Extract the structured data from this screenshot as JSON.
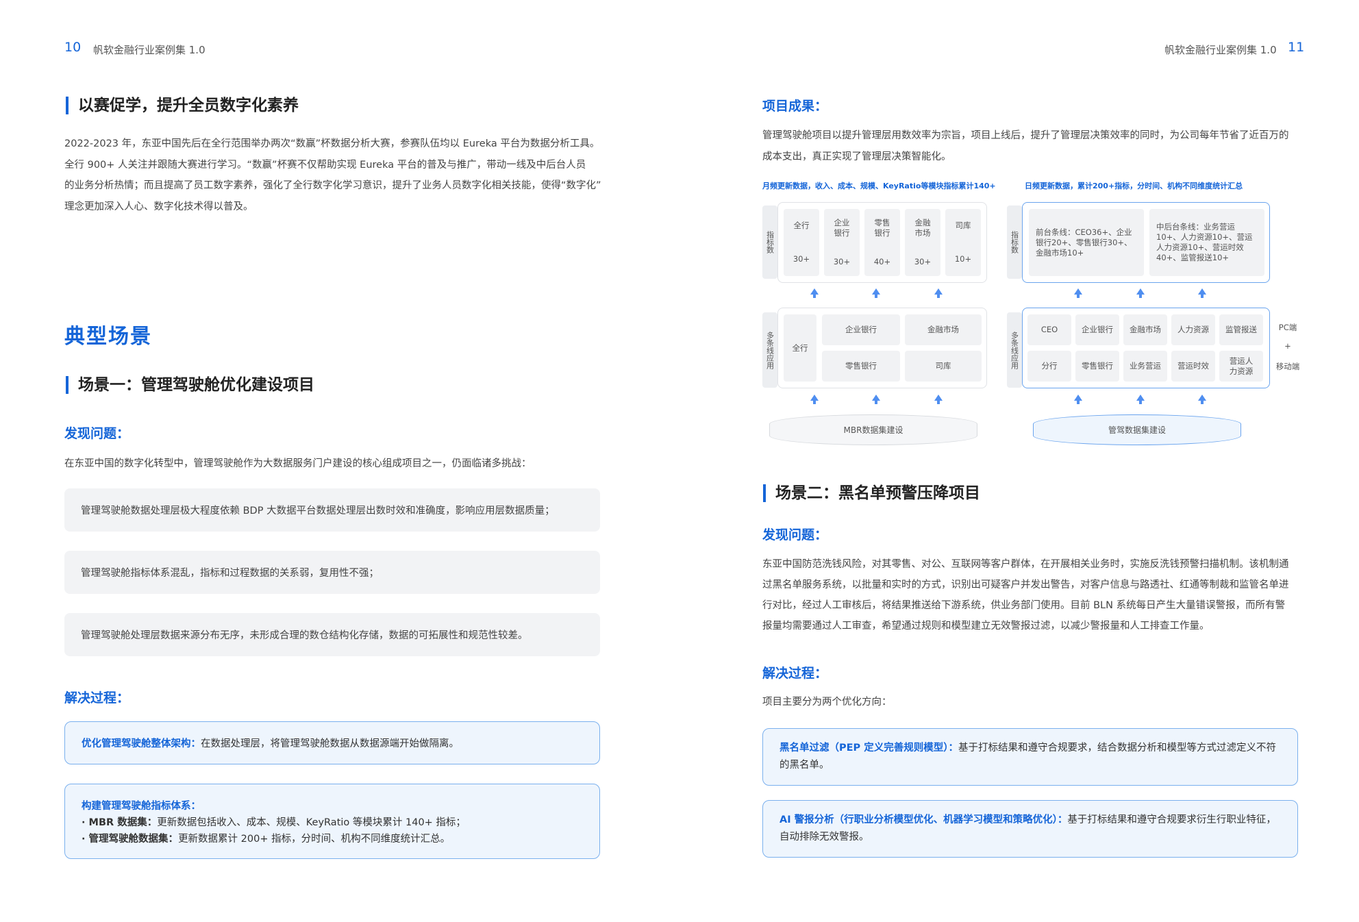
{
  "header": {
    "left_page": "10",
    "left_title": "帆软金融行业案例集 1.0",
    "right_title": "帆软金融行业案例集 1.0",
    "right_page": "11"
  },
  "left": {
    "sec1_title": "以赛促学，提升全员数字化素养",
    "sec1_lines": [
      "2022-2023 年，东亚中国先后在全行范围举办两次“数赢”杯数据分析大赛，参赛队伍均以 Eureka 平台为数据分析工具。",
      "全行 900+ 人关注并跟随大赛进行学习。“数赢”杯赛不仅帮助实现 Eureka 平台的普及与推广，带动一线及中后台人员",
      "的业务分析热情；而且提高了员工数字素养，强化了全行数字化学习意识，提升了业务人员数字化相关技能，使得“数字化”",
      "理念更加深入人心、数字化技术得以普及。"
    ],
    "typical_title": "典型场景",
    "scene1_title": "场景一：管理驾驶舱优化建设项目",
    "problem_title": "发现问题：",
    "problem_intro": "在东亚中国的数字化转型中，管理驾驶舱作为大数据服务门户建设的核心组成项目之一，仍面临诸多挑战：",
    "problems": [
      "管理驾驶舱数据处理层极大程度依赖 BDP 大数据平台数据处理层出数时效和准确度，影响应用层数据质量；",
      "管理驾驶舱指标体系混乱，指标和过程数据的关系弱，复用性不强；",
      "管理驾驶舱处理层数据来源分布无序，未形成合理的数仓结构化存储，数据的可拓展性和规范性较差。"
    ],
    "solution_title": "解决过程：",
    "sol1_bold": "优化管理驾驶舱整体架构：",
    "sol1_text": "在数据处理层，将管理驾驶舱数据从数据源端开始做隔离。",
    "sol2_title": "构建管理驾驶舱指标体系：",
    "sol2_item1_bold": "· MBR 数据集：",
    "sol2_item1_text": "更新数据包括收入、成本、规模、KeyRatio 等模块累计 140+ 指标；",
    "sol2_item2_bold": "· 管理驾驶舱数据集：",
    "sol2_item2_text": "更新数据累计 200+ 指标，分时间、机构不同维度统计汇总。"
  },
  "right": {
    "result_title": "项目成果：",
    "result_lines": [
      "管理驾驶舱项目以提升管理层用数效率为宗旨，项目上线后，提升了管理层决策效率的同时，为公司每年节省了近百万的",
      "成本支出，真正实现了管理层决策智能化。"
    ],
    "diagram_left": {
      "caption": "月频更新数据，收入、成本、规模、KeyRatio等模块指标累计140+",
      "label_top": "指标数",
      "top_cells": [
        {
          "name": "全行",
          "value": "30+"
        },
        {
          "name": "企业银行",
          "value": "30+"
        },
        {
          "name": "零售银行",
          "value": "40+"
        },
        {
          "name": "金融市场",
          "value": "30+"
        },
        {
          "name": "司库",
          "value": "10+"
        }
      ],
      "label_mid": "多条线应用",
      "mid_cells": [
        "全行",
        "企业银行",
        "金融市场",
        "零售银行",
        "司库"
      ],
      "base": "MBR数据集建设"
    },
    "diagram_right": {
      "caption": "日频更新数据，累计200+指标，分时间、机构不同维度统计汇总",
      "label_top": "指标数",
      "top_cells": [
        "前台条线：CEO36+、企业银行20+、零售银行30+、金融市场10+",
        "中后台条线：业务营运10+、人力资源10+、营运人力资源10+、营运时效40+、监管报送10+"
      ],
      "label_mid": "多条线应用",
      "mid_row1": [
        "CEO",
        "企业银行",
        "金融市场",
        "人力资源",
        "监管报送"
      ],
      "mid_row2": [
        "分行",
        "零售银行",
        "业务营运",
        "营运时效",
        "营运人力资源"
      ],
      "side_pc": "PC端",
      "side_plus": "+",
      "side_mobile": "移动端",
      "base": "管驾数据集建设"
    },
    "scene2_title": "场景二：黑名单预警压降项目",
    "problem_title": "发现问题：",
    "problem_lines": [
      "东亚中国防范洗钱风险，对其零售、对公、互联网等客户群体，在开展相关业务时，实施反洗钱预警扫描机制。该机制通",
      "过黑名单服务系统，以批量和实时的方式，识别出可疑客户并发出警告，对客户信息与路透社、红通等制裁和监管名单进",
      "行对比，经过人工审核后，将结果推送给下游系统，供业务部门使用。目前 BLN 系统每日产生大量错误警报，而所有警",
      "报量均需要通过人工审查，希望通过规则和模型建立无效警报过滤，以减少警报量和人工排查工作量。"
    ],
    "solution_title": "解决过程：",
    "solution_intro": "项目主要分为两个优化方向：",
    "sol1_bold": "黑名单过滤（PEP 定义完善规则模型）：",
    "sol1_text1": "基于打标结果和遵守合规要求，结合数据分析和模型等方式过滤定义不符",
    "sol1_text2": "的黑名单。",
    "sol2_bold": "AI 警报分析（行职业分析模型优化、机器学习模型和策略优化）：",
    "sol2_text1": "基于打标结果和遵守合规要求衍生行职业特征，",
    "sol2_text2": "自动排除无效警报。"
  }
}
